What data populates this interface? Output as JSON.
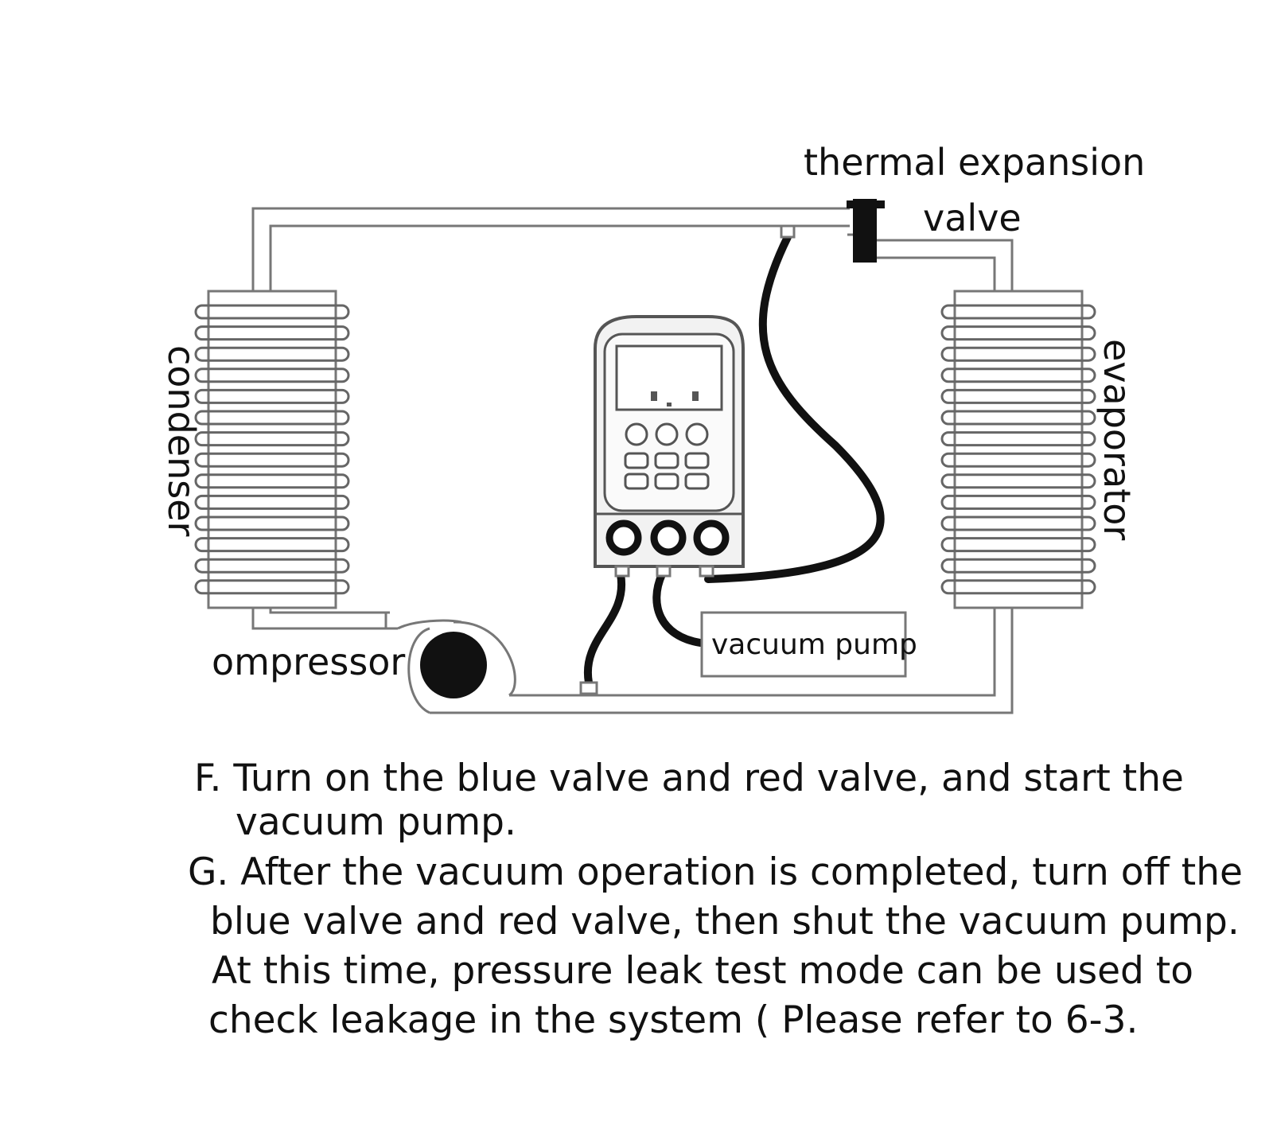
{
  "diagram": {
    "labels": {
      "thermal_expansion": "thermal expansion",
      "valve": "valve",
      "condenser": "condenser",
      "evaporator": "evaporator",
      "compressor": "ompressor",
      "vacuum_pump": "vacuum pump"
    }
  },
  "instructions": {
    "f_line1": "F. Turn on the blue valve and red valve, and start the",
    "f_line2": "vacuum pump.",
    "g_line1": "G. After the vacuum operation is completed, turn off the",
    "g_line2": "blue valve and red valve, then shut the vacuum pump.",
    "g_line3": "At this time, pressure leak test mode can be used to",
    "g_line4": "check leakage in the system ( Please refer to 6-3."
  },
  "colors": {
    "ink": "#111111",
    "pipe_fill": "#ffffff",
    "pipe_edge": "#777777",
    "gauge_body": "#f2f2f2"
  }
}
